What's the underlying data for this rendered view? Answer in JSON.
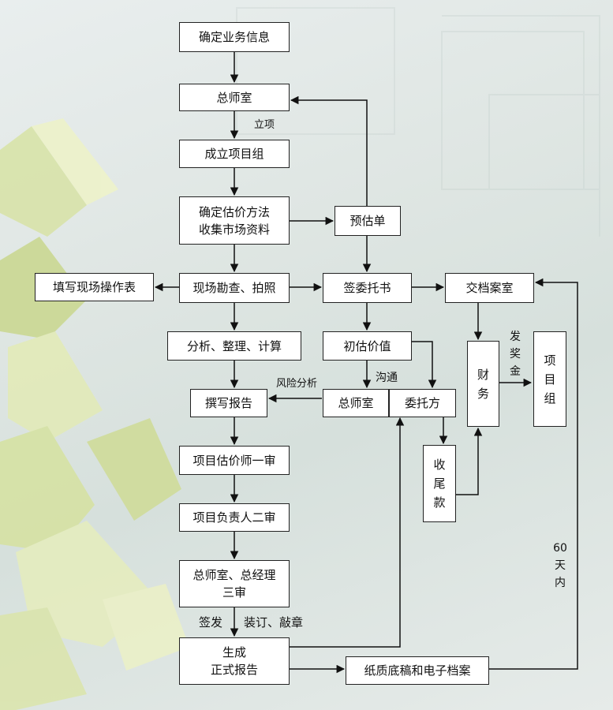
{
  "nodes": {
    "confirm_info": "确定业务信息",
    "chief_office_top": "总师室",
    "project_group": "成立项目组",
    "valuation_method": "确定估价方法\n收集市场资料",
    "pre_estimate": "预估单",
    "fill_form": "填写现场操作表",
    "site_survey": "现场勘查、拍照",
    "sign_entrust": "签委托书",
    "archive_room": "交档案室",
    "analysis": "分析、整理、计算",
    "initial_value": "初估价值",
    "finance": "财务",
    "project_group_right": "项目组",
    "write_report": "撰写报告",
    "chief_office_mid": "总师室",
    "client": "委托方",
    "final_payment": "收尾款",
    "review_1": "项目估价师一审",
    "review_2": "项目负责人二审",
    "review_3": "总师室、总经理\n三审",
    "formal_report": "生成\n正式报告",
    "paper_archive": "纸质底稿和电子档案"
  },
  "labels": {
    "establish": "立项",
    "risk_analysis": "风险分析",
    "communicate": "沟通",
    "bonus": "发奖金",
    "sign_issue": "签发",
    "bind_seal": "装订、敲章",
    "sixty_days": "60 天 内"
  }
}
